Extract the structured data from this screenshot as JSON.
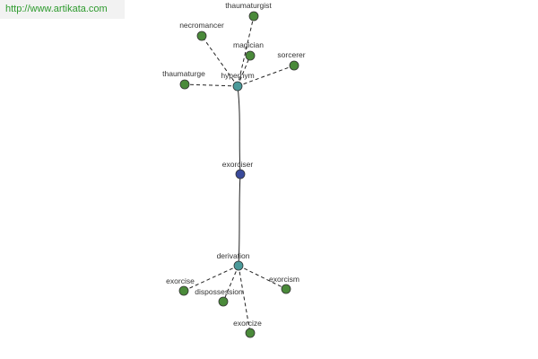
{
  "header": {
    "url": "http://www.artikata.com"
  },
  "graph": {
    "center": {
      "label": "exorciser"
    },
    "hubs": {
      "hypernym": {
        "label": "hypernym"
      },
      "derivation": {
        "label": "derivation"
      }
    },
    "leaves": {
      "thaumaturgist": {
        "label": "thaumaturgist"
      },
      "necromancer": {
        "label": "necromancer"
      },
      "magician": {
        "label": "magician"
      },
      "sorcerer": {
        "label": "sorcerer"
      },
      "thaumaturge": {
        "label": "thaumaturge"
      },
      "exorcise": {
        "label": "exorcise"
      },
      "dispossession": {
        "label": "dispossession"
      },
      "exorcism": {
        "label": "exorcism"
      },
      "exorcize": {
        "label": "exorcize"
      }
    }
  },
  "colors": {
    "leaf": "#4a8a3a",
    "hub": "#4a9a9a",
    "center": "#3a4a9a",
    "url_text": "#2d9a2d"
  }
}
